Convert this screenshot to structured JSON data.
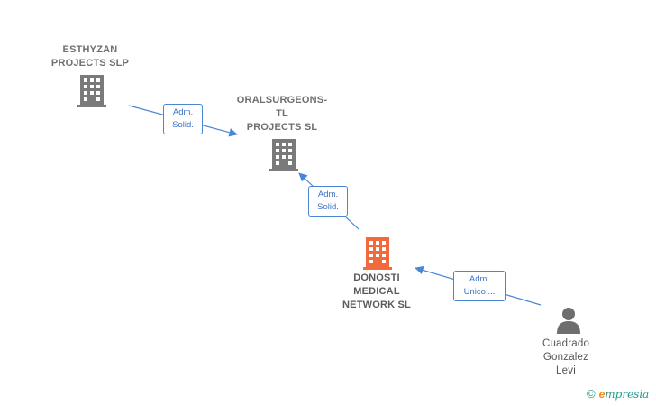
{
  "nodes": {
    "esthyzan": {
      "name": "ESTHYZAN\nPROJECTS SLP",
      "type": "company"
    },
    "oralsurgeons": {
      "name": "ORALSURGEONS-\nTL\nPROJECTS  SL",
      "type": "company"
    },
    "donosti": {
      "name": "DONOSTI\nMEDICAL\nNETWORK  SL",
      "type": "company",
      "highlight": true
    },
    "cuadrado": {
      "name": "Cuadrado\nGonzalez\nLevi",
      "type": "person"
    }
  },
  "edges": [
    {
      "from": "esthyzan",
      "to": "oralsurgeons",
      "label_line1": "Adm.",
      "label_line2": "Solid."
    },
    {
      "from": "donosti",
      "to": "oralsurgeons",
      "label_line1": "Adm.",
      "label_line2": "Solid."
    },
    {
      "from": "cuadrado",
      "to": "donosti",
      "label_line1": "Adm.",
      "label_line2": "Unico,..."
    }
  ],
  "colors": {
    "company_icon": "#7a7a7a",
    "focus_icon": "#f26a3b",
    "person_icon": "#6e6e6e",
    "edge": "#4a86d6"
  },
  "footer": {
    "copyright_symbol": "©",
    "brand_first": "e",
    "brand_rest": "mpresia"
  }
}
